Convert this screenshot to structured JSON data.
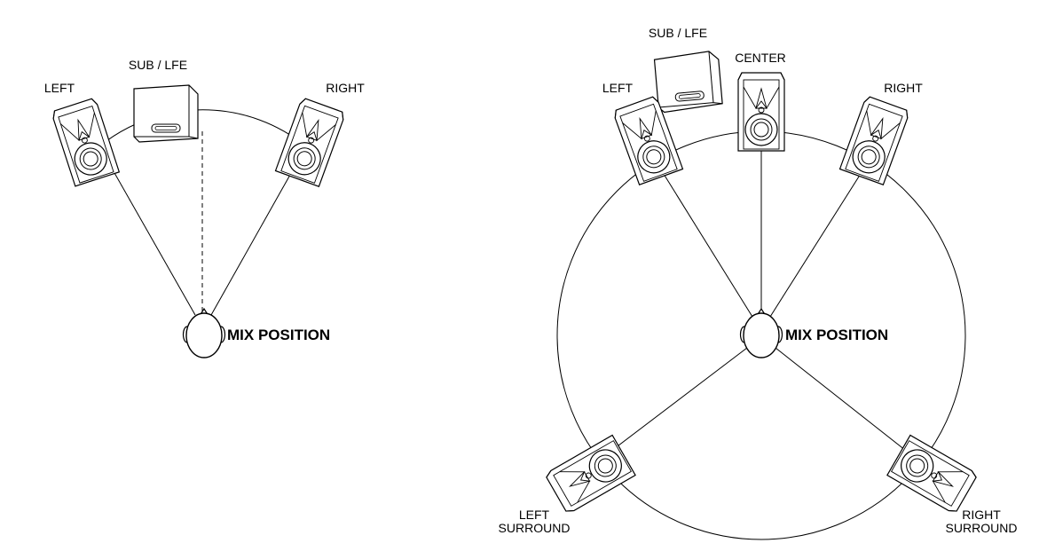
{
  "stereo": {
    "left_label": "LEFT",
    "sub_label": "SUB / LFE",
    "right_label": "RIGHT",
    "mix_label": "MIX POSITION"
  },
  "surround": {
    "left_label": "LEFT",
    "sub_label": "SUB / LFE",
    "center_label": "CENTER",
    "right_label": "RIGHT",
    "mix_label": "MIX POSITION",
    "left_surround_label": [
      "LEFT",
      "SURROUND"
    ],
    "right_surround_label": [
      "RIGHT",
      "SURROUND"
    ]
  }
}
